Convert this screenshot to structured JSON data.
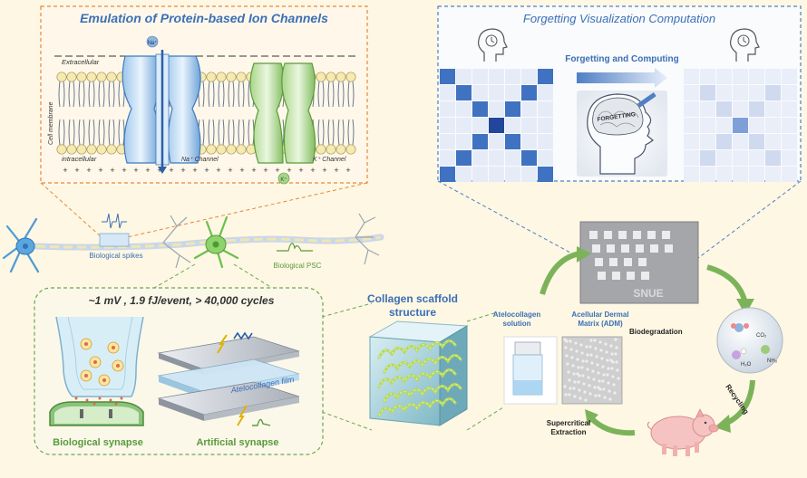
{
  "colors": {
    "background": "#fdf7e3",
    "orange_border": "#e8873a",
    "blue_border": "#4f7fc4",
    "green_border": "#6aa84f",
    "title_blue": "#3b6fb6",
    "green_text": "#5b9a3b",
    "arrow_green": "#7cb35a"
  },
  "ion_channels": {
    "title": "Emulation of Protein-based Ion Channels",
    "extracellular": "Extracellular",
    "intracellular": "intracellular",
    "membrane_label": "Cell membrane",
    "na_ion": "Na⁺",
    "k_ion": "K⁺",
    "na_channel": "Na⁺ Channel",
    "k_channel": "K⁺ Channel"
  },
  "forgetting": {
    "title": "Forgetting Visualization Computation",
    "arrow_label": "Forgetting and Computing",
    "brain_text": "FORGETTING"
  },
  "neuron": {
    "biological_spikes": "Biological spikes",
    "biological_psc": "Biological PSC"
  },
  "synapse": {
    "specs": "~1 mV , 1.9 fJ/event, > 40,000 cycles",
    "biological_label": "Biological synapse",
    "artificial_label": "Artificial synapse",
    "film_label": "Atelocollagen film"
  },
  "scaffold": {
    "title_line1": "Collagen scaffold",
    "title_line2": "structure"
  },
  "cycle": {
    "atelocollagen_line1": "Atelocollagen",
    "atelocollagen_line2": "solution",
    "adm_line1": "Acellular Dermal",
    "adm_line2": "Matrix (ADM)",
    "biodegradation": "Biodegradation",
    "recycling": "Recycling",
    "supercritical_line1": "Supercritical",
    "supercritical_line2": "Extraction",
    "chip_text": "SNUE",
    "co2": "CO₂",
    "h2o": "H₂O",
    "nh3": "NH₃"
  }
}
